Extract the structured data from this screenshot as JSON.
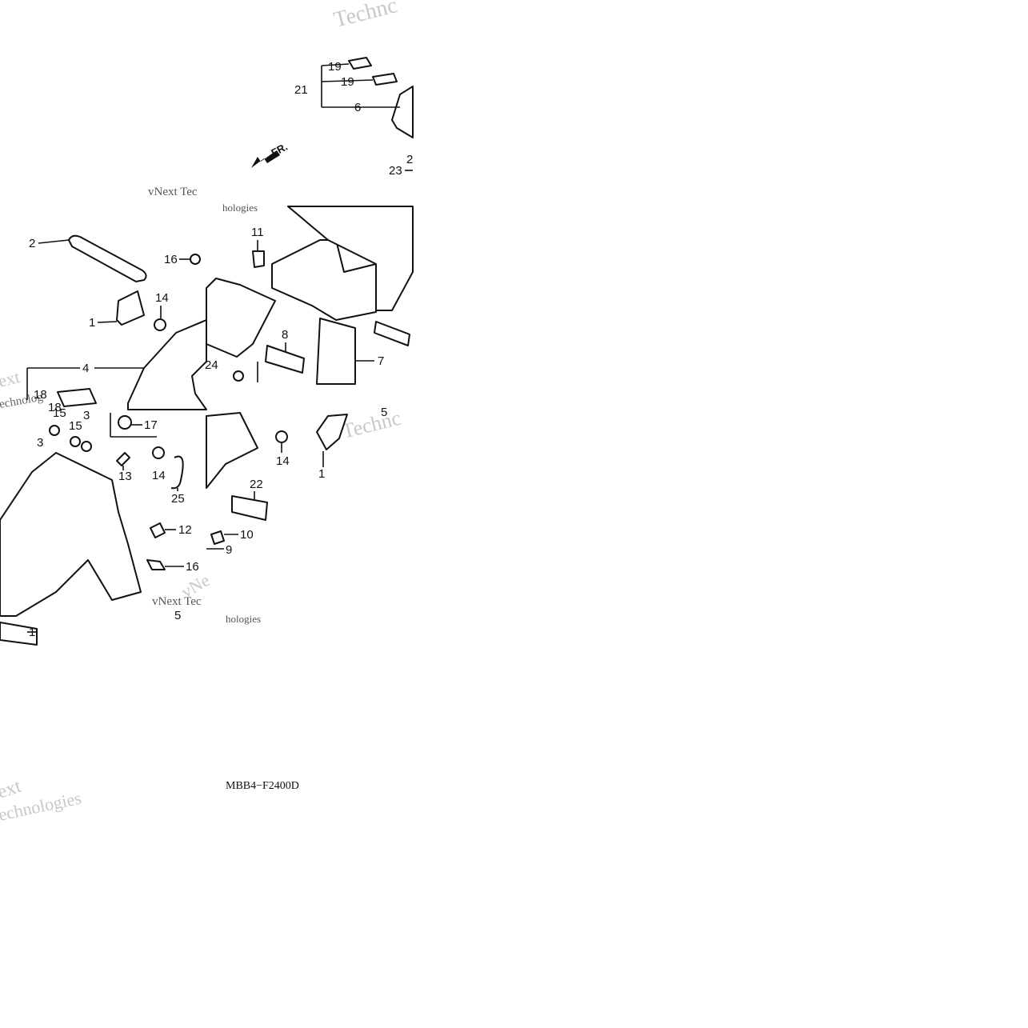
{
  "diagram": {
    "code": "MBB4−F2400D",
    "direction_label": "FR.",
    "watermarks": [
      "Technc",
      "vNext Tec",
      "hologies",
      "ext",
      "echnolog",
      "Technc",
      "vNe",
      "vNext Tec",
      "hologies",
      "ext",
      "echnologies"
    ],
    "callouts": [
      {
        "id": "c19a",
        "label": "19"
      },
      {
        "id": "c19b",
        "label": "19"
      },
      {
        "id": "c21",
        "label": "21"
      },
      {
        "id": "c6",
        "label": "6"
      },
      {
        "id": "c2a",
        "label": "2"
      },
      {
        "id": "c23",
        "label": "23"
      },
      {
        "id": "c2",
        "label": "2"
      },
      {
        "id": "c11",
        "label": "11"
      },
      {
        "id": "c16a",
        "label": "16"
      },
      {
        "id": "c14a",
        "label": "14"
      },
      {
        "id": "c1a",
        "label": "1"
      },
      {
        "id": "c8",
        "label": "8"
      },
      {
        "id": "c7",
        "label": "7"
      },
      {
        "id": "c4",
        "label": "4"
      },
      {
        "id": "c24",
        "label": "24"
      },
      {
        "id": "c18",
        "label": "18"
      },
      {
        "id": "c15a",
        "label": "15"
      },
      {
        "id": "c18b",
        "label": "18"
      },
      {
        "id": "c3a",
        "label": "3"
      },
      {
        "id": "c15b",
        "label": "15"
      },
      {
        "id": "c3b",
        "label": "3"
      },
      {
        "id": "c17",
        "label": "17"
      },
      {
        "id": "c5a",
        "label": "5"
      },
      {
        "id": "c14b",
        "label": "14"
      },
      {
        "id": "c1b",
        "label": "1"
      },
      {
        "id": "c13",
        "label": "13"
      },
      {
        "id": "c14c",
        "label": "14"
      },
      {
        "id": "c25",
        "label": "25"
      },
      {
        "id": "c22",
        "label": "22"
      },
      {
        "id": "c12",
        "label": "12"
      },
      {
        "id": "c10",
        "label": "10"
      },
      {
        "id": "c9",
        "label": "9"
      },
      {
        "id": "c16b",
        "label": "16"
      },
      {
        "id": "c5b",
        "label": "5"
      },
      {
        "id": "c1c",
        "label": "1"
      }
    ]
  }
}
